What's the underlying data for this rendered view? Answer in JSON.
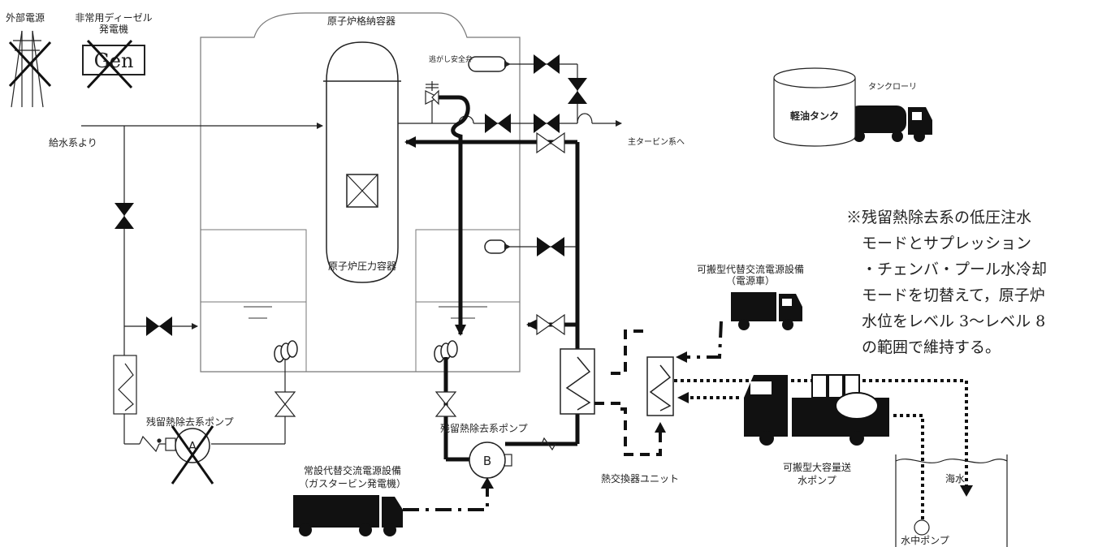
{
  "labels": {
    "external_power": "外部電源",
    "diesel_line1": "非常用ディーゼル",
    "diesel_line2": "発電機",
    "gen": "Gen",
    "containment": "原子炉格納容器",
    "relief_valve": "逃がし安全弁",
    "feedwater": "給水系より",
    "main_turbine": "主タービン系へ",
    "rpv": "原子炉圧力容器",
    "rhr_pump_left": "残留熱除去系ポンプ",
    "rhr_pump_right": "残留熱除去系ポンプ",
    "pump_a": "A",
    "pump_b": "B",
    "gas_turbine_line1": "常設代替交流電源設備",
    "gas_turbine_line2": "（ガスタービン発電機）",
    "hx_unit": "熱交換器ユニット",
    "mobile_power_line1": "可搬型代替交流電源設備",
    "mobile_power_line2": "（電源車）",
    "oil_tank": "軽油タンク",
    "tank_lorry": "タンクローリ",
    "portable_pump_line1": "可搬型大容量送",
    "portable_pump_line2": "水ポンプ",
    "seawater": "海水",
    "submersible_pump": "水中ポンプ"
  },
  "note": {
    "lines": [
      "※残留熱除去系の低圧注水",
      "　モードとサプレッション",
      "　・チェンバ・プール水冷却",
      "　モードを切替えて，原子炉",
      "　水位をレベル 3～レベル 8",
      "　の範囲で維持する。"
    ]
  }
}
